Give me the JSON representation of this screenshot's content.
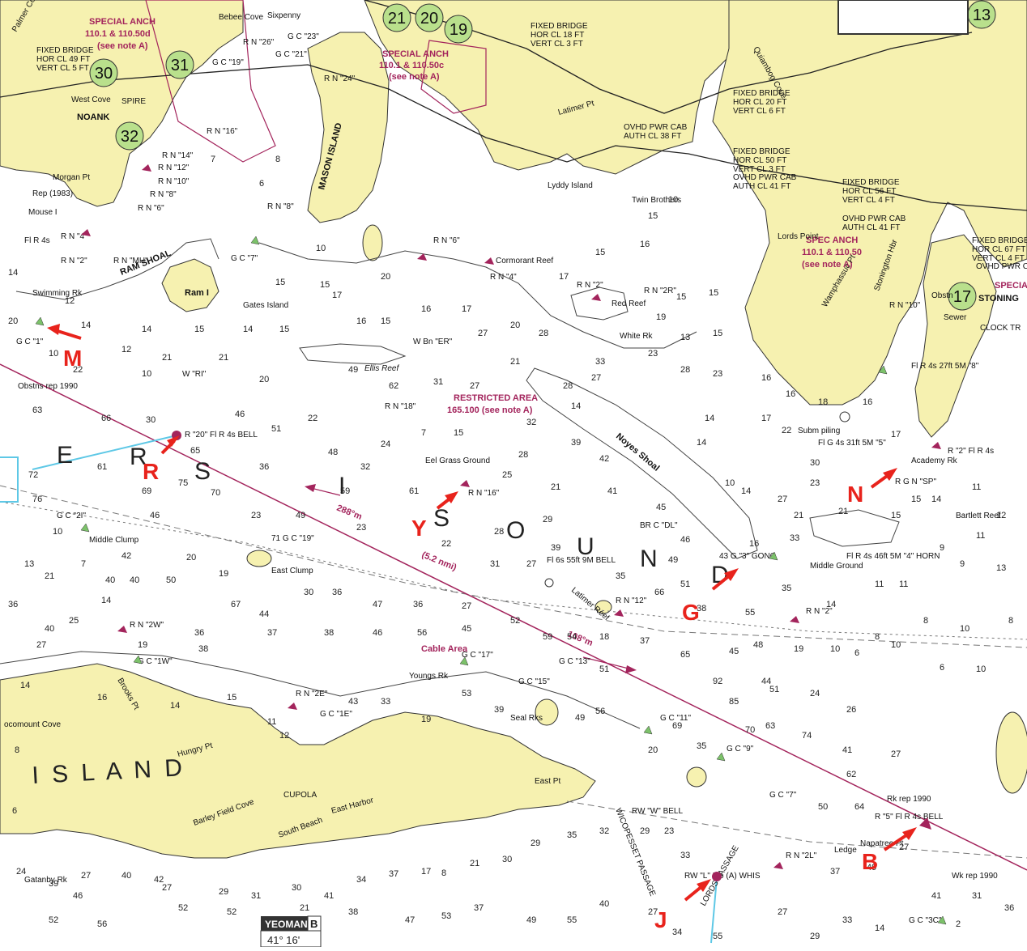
{
  "colors": {
    "land": "#f6f1b0",
    "water": "#ffffff",
    "shoal": "#ffffff",
    "magenta": "#a3245c",
    "arrow": "#e8231c",
    "badge": "#b9e08c",
    "cyan": "#5ec8e6",
    "ink": "#222222"
  },
  "area_labels": {
    "sound": [
      "E",
      "R",
      "S",
      "I",
      "S",
      "O",
      "U",
      "N",
      "D"
    ],
    "island": "I S L A N D",
    "noank": "NOANK",
    "mason_island": "MASON ISLAND",
    "stonington": "STONING",
    "ram_shoal": "RAM SHOAL",
    "noyes_shoal": "Noyes Shoal",
    "ellis_reef": "Ellis Reef",
    "east_clump": "East Clump",
    "middle_clump": "Middle Clump",
    "gates_island": "Gates Island",
    "ram_island": "Ram I",
    "morgan_pt": "Morgan Pt",
    "mouse_i": "Mouse I",
    "lyddy_island": "Lyddy Island",
    "twin_brothers": "Twin Brothers",
    "latimer_pt": "Latimer Pt",
    "quiambog_cove": "Quiambog Cove",
    "lords_point": "Lords Point",
    "wamphassuc_pt": "Wamphassuc Pt",
    "stonington_hbr": "Stonington Hbr",
    "hungry_pt": "Hungry Pt",
    "brooks_pt": "Brooks Pt",
    "locomount_cove": "ocomount Cove",
    "east_pt": "East Pt",
    "east_harbor": "East Harbor",
    "south_beach": "South Beach",
    "barley_field_cove": "Barley Field Cove",
    "wicopesset_passage": "WICOPESSET PASSAGE",
    "lords_passage": "LORDS PASSAGE",
    "napatree_pt": "Napatree Pt",
    "napatree_ledge": "Ledge",
    "middle_ground": "Middle Ground",
    "west_cove": "West Cove",
    "palmer_cove": "Palmer Cove",
    "bebee_cove": "Bebee Cove",
    "sixpenny": "Sixpenny",
    "swimming_rk": "Swimming Rk",
    "red_reef": "Red Reef",
    "white_rk": "White Rk",
    "cormorant_reef": "Cormorant Reef",
    "eel_grass_ground": "Eel Grass Ground",
    "youngs_rk": "Youngs Rk",
    "seal_rks": "Seal Rks",
    "bartlett_reef": "Bartlett Reef",
    "latimer_reef": "Latimer Reef",
    "gatanby_rk": "Gatanby Rk",
    "cupola": "CUPOLA",
    "spire": "SPIRE",
    "yeoman": "YEOMAN",
    "yeoman_b": "B",
    "lat": "41° 16'"
  },
  "notes": {
    "special_anch_1_title": "SPECIAL ANCH",
    "special_anch_1_sub": "110.1 & 110.50d",
    "special_anch_1_note": "(see note A)",
    "special_anch_2_title": "SPECIAL ANCH",
    "special_anch_2_sub": "110.1 & 110.50c",
    "special_anch_2_note": "(see note A)",
    "spec_anch_3_title": "SPEC ANCH",
    "spec_anch_3_sub": "110.1 & 110.50",
    "spec_anch_3_note": "(see note A)",
    "restricted_title": "RESTRICTED AREA",
    "restricted_sub": "165.100 (see note A)",
    "cable_area": "Cable Area",
    "bridge_1": [
      "FIXED BRIDGE",
      "HOR CL 49 FT",
      "VERT CL 5 FT"
    ],
    "bridge_2": [
      "FIXED BRIDGE",
      "HOR CL 18 FT",
      "VERT CL 3 FT"
    ],
    "bridge_3": [
      "FIXED BRIDGE",
      "HOR CL 20 FT",
      "VERT CL 6 FT"
    ],
    "bridge_4": [
      "FIXED BRIDGE",
      "HOR CL 50 FT",
      "VERT CL 3 FT"
    ],
    "ovhd_1": [
      "OVHD PWR CAB",
      "AUTH CL 38 FT"
    ],
    "ovhd_2": [
      "OVHD PWR CAB",
      "AUTH CL 41 FT"
    ],
    "bridge_5": [
      "FIXED BRIDGE",
      "HOR CL 56 FT",
      "VERT CL 4 FT"
    ],
    "ovhd_3": [
      "OVHD PWR CAB",
      "AUTH CL 41 FT"
    ],
    "bridge_6": [
      "FIXED BRIDGE",
      "HOR CL 67 FT",
      "VERT CL 4 FT"
    ],
    "ovhd_4": [
      "OVHD PWR CA"
    ],
    "special_right": "SPECIA"
  },
  "course": {
    "bearing_out": "288°m",
    "bearing_back": "108°m",
    "distance": "(5.2 nmi)"
  },
  "badges": [
    "30",
    "31",
    "32",
    "21",
    "20",
    "19",
    "13",
    "17"
  ],
  "arrow_labels": [
    "M",
    "R",
    "Y",
    "G",
    "N",
    "B",
    "J"
  ],
  "aids": [
    "R N \"26\"",
    "R N \"24\"",
    "R N \"16\"",
    "R N \"14\"",
    "R N \"12\"",
    "R N \"10\"",
    "R N \"8\"",
    "R N \"6\"",
    "R N \"4\"",
    "G C \"23\"",
    "G C \"21\"",
    "G C \"19\"",
    "R N \"8\"",
    "G C \"7\"",
    "R N \"MH\"",
    "R N \"2\"",
    "G C \"1\"",
    "Fl R 4s",
    "W \"RI\"",
    "R \"20\" Fl R 4s BELL",
    "Obstns rep 1990",
    "R N \"18\"",
    "W Bn \"ER\"",
    "R N \"6\"",
    "R N \"4\"",
    "R N \"2\"",
    "R N \"2R\"",
    "R N \"16\"",
    "Fl 6s 55ft 9M BELL",
    "BR C \"DL\"",
    "R N \"12\"",
    "43 G \"3\" GONG",
    "R N \"2\"",
    "Fl G 4s 31ft 5M \"5\"",
    "R G N \"SP\"",
    "R \"2\" Fl R 4s",
    "Fl R 4s 46ft 5M \"4\" HORN",
    "Fl R 4s 27ft 5M \"8\"",
    "R N \"10\"",
    "G C \"2I\"",
    "71 G C \"19\"",
    "R N \"2W\"",
    "G C \"1W\"",
    "R N \"2E\"",
    "G C \"1E\"",
    "G C \"17\"",
    "G C \"15\"",
    "G C \"13\"",
    "G C \"11\"",
    "G C \"9\"",
    "G C \"7\"",
    "RW \"W\" BELL",
    "RW \"L\" Mo (A) WHIS",
    "R N \"2L\"",
    "R \"5\" Fl R 4s BELL",
    "G C \"3C\"",
    "Rk rep 1990",
    "Wk rep 1990",
    "Subm piling",
    "CLOCK TR",
    "Obstn",
    "Academy Rk",
    "Sewer",
    "Rep (1983)"
  ]
}
